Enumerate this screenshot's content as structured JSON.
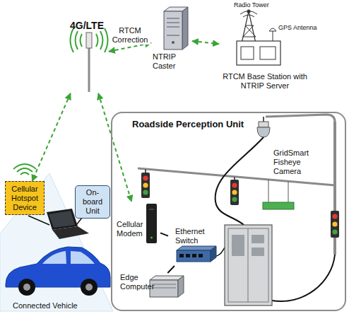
{
  "diagram": {
    "nodes": [
      {
        "text": [
          "4G/LTE"
        ]
      },
      {
        "text": [
          "NTRIP Caster"
        ]
      },
      {
        "text": [
          "RTCM Base Station with NTRIP Server"
        ]
      },
      {
        "text": [
          "Roadside Perception Unit"
        ]
      },
      {
        "text": [
          "GridSmart Fisheye Camera"
        ],
        "in": 3
      },
      {
        "text": [
          "Cellular Modem"
        ],
        "in": 3
      },
      {
        "text": [
          "Ethernet Switch"
        ],
        "in": 3
      },
      {
        "text": [
          "Edge Computer"
        ],
        "in": 3
      },
      {
        "text": [
          "Cellular Hotspot Device"
        ]
      },
      {
        "text": [
          "On-board Unit"
        ]
      },
      {
        "text": [
          "Connected Vehicle"
        ]
      }
    ],
    "edges": [
      {
        "from": 1,
        "to": 2,
        "arrow": "both"
      },
      {
        "from": 0,
        "to": 1,
        "label": "RTCM Correction",
        "arrow": "both"
      },
      {
        "from": 0,
        "to": 8,
        "arrow": "both"
      },
      {
        "from": 0,
        "to": 5,
        "arrow": "both"
      },
      {
        "from": 5,
        "to": 6,
        "arrow": "none"
      },
      {
        "from": 6,
        "to": 7,
        "arrow": "none"
      }
    ],
    "labels": [
      "Radio Tower",
      "GPS Antenna"
    ]
  }
}
